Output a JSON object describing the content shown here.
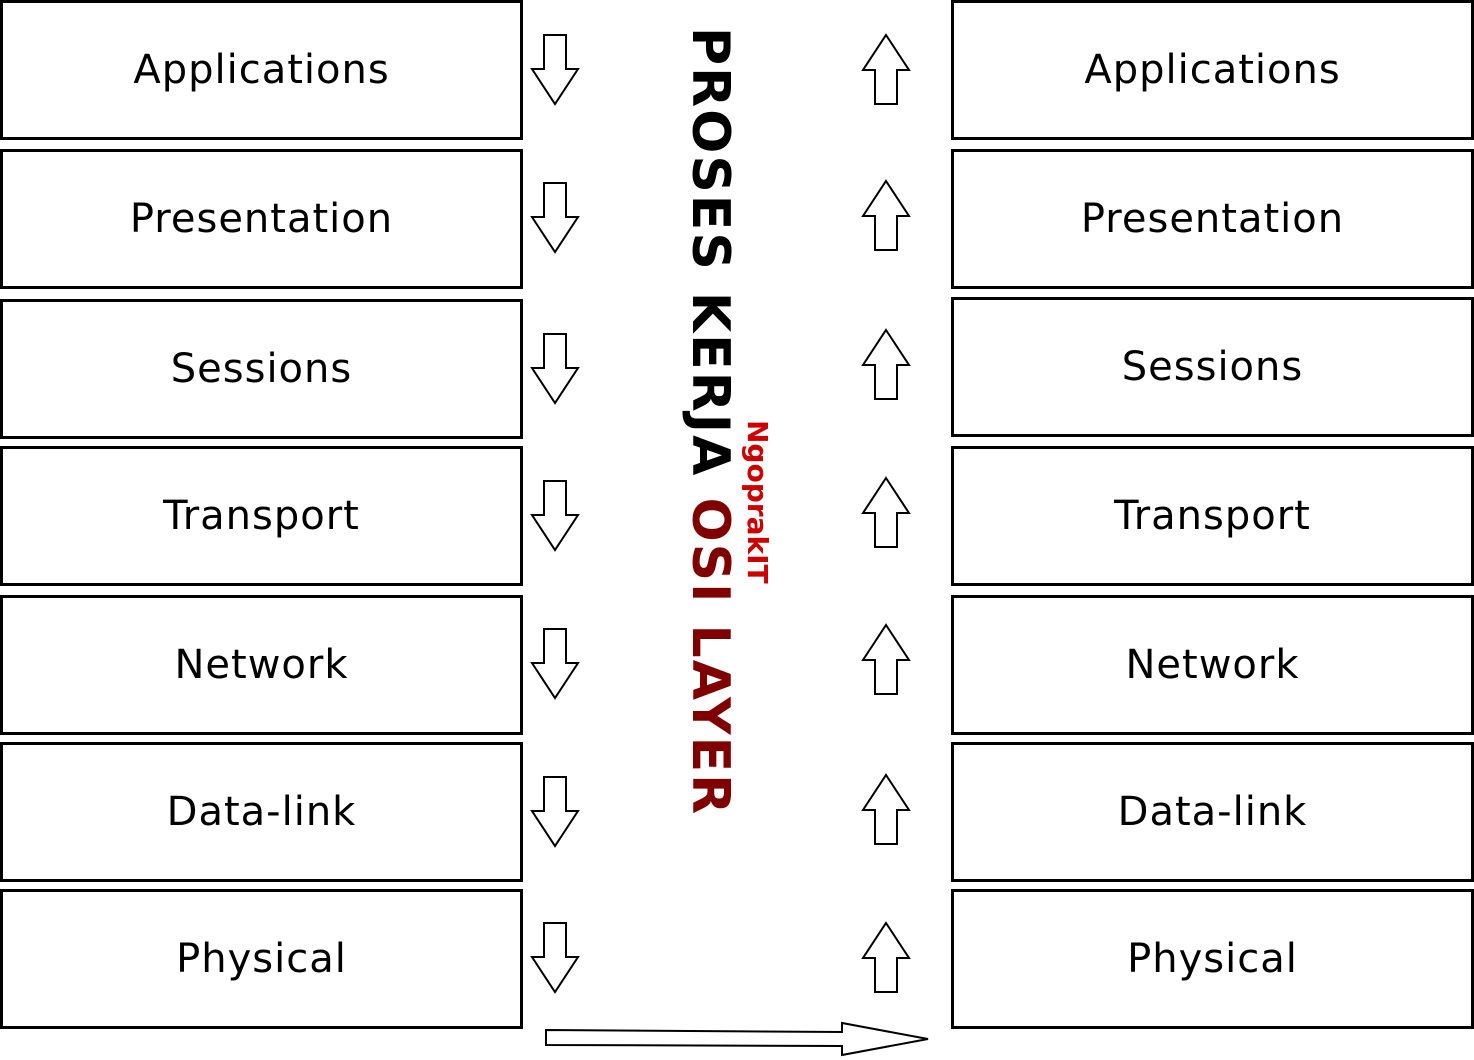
{
  "left_stack": [
    {
      "label": "Applications"
    },
    {
      "label": "Presentation"
    },
    {
      "label": "Sessions"
    },
    {
      "label": "Transport"
    },
    {
      "label": "Network"
    },
    {
      "label": "Data-link"
    },
    {
      "label": "Physical"
    }
  ],
  "right_stack": [
    {
      "label": "Applications"
    },
    {
      "label": "Presentation"
    },
    {
      "label": "Sessions"
    },
    {
      "label": "Transport"
    },
    {
      "label": "Network"
    },
    {
      "label": "Data-link"
    },
    {
      "label": "Physical"
    }
  ],
  "title": {
    "part1": "PROSES KERJA",
    "part2": "OSI LAYER",
    "part1_color": "#000000",
    "part2_color": "#800000"
  },
  "brand": {
    "text": "NgoprakIT",
    "color": "#cc0000"
  },
  "arrows": {
    "left_direction": "down",
    "right_direction": "up",
    "bottom_direction": "right"
  }
}
